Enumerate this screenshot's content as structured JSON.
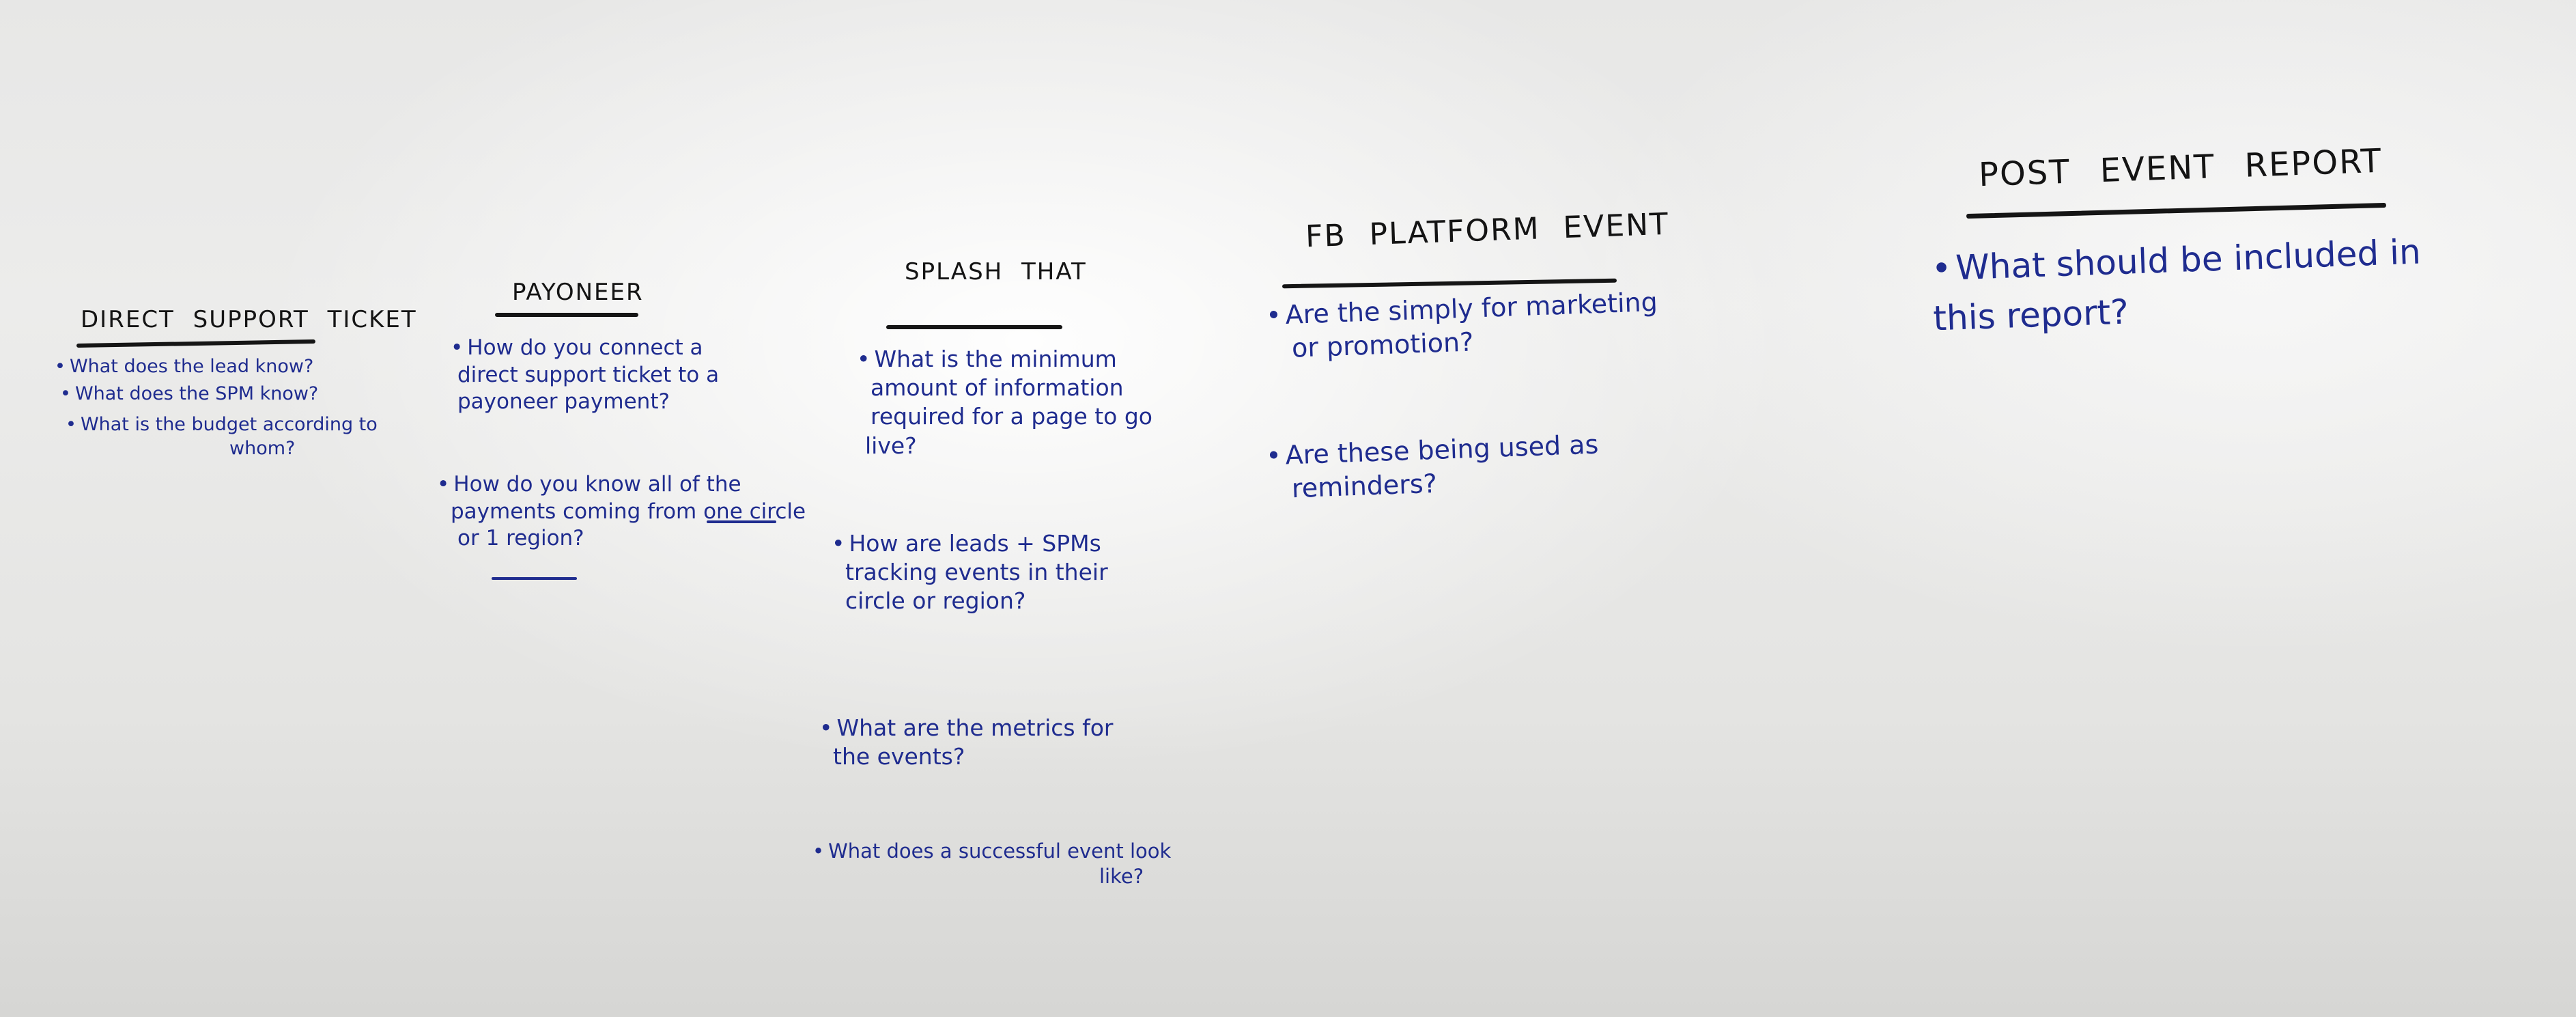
{
  "whiteboard": {
    "columns": [
      {
        "heading": "DIRECT SUPPORT TICKET",
        "notes": [
          {
            "bullet": "•",
            "lines": [
              "What does the lead know?"
            ]
          },
          {
            "bullet": "•",
            "lines": [
              "What does the SPM know?"
            ]
          },
          {
            "bullet": "•",
            "lines": [
              "What is the budget according to",
              "whom?"
            ]
          }
        ]
      },
      {
        "heading": "PAYONEER",
        "notes": [
          {
            "bullet": "•",
            "lines": [
              "How do you connect a",
              "direct support ticket to a",
              "payoneer payment?"
            ]
          },
          {
            "bullet": "•",
            "lines": [
              "How do you know all of the",
              "payments coming from one circle",
              "or 1 region?"
            ]
          }
        ]
      },
      {
        "heading": "SPLASH THAT",
        "notes": [
          {
            "bullet": "•",
            "lines": [
              "What is the minimum",
              "amount of information",
              "required for a page to go",
              "live?"
            ]
          },
          {
            "bullet": "•",
            "lines": [
              "How are leads + SPMs",
              "tracking events in their",
              "circle or region?"
            ]
          },
          {
            "bullet": "•",
            "lines": [
              "What are the metrics for",
              "the events?"
            ]
          },
          {
            "bullet": "•",
            "lines": [
              "What does a successful event look",
              "like?"
            ]
          }
        ]
      },
      {
        "heading": "FB PLATFORM EVENT",
        "notes": [
          {
            "bullet": "•",
            "lines": [
              "Are the simply for marketing",
              "or promotion?"
            ]
          },
          {
            "bullet": "•",
            "lines": [
              "Are these being used as",
              "reminders?"
            ]
          }
        ]
      },
      {
        "heading": "POST EVENT REPORT",
        "notes": [
          {
            "bullet": "•",
            "lines": [
              "What should be included in",
              "this report?"
            ]
          }
        ]
      }
    ]
  }
}
